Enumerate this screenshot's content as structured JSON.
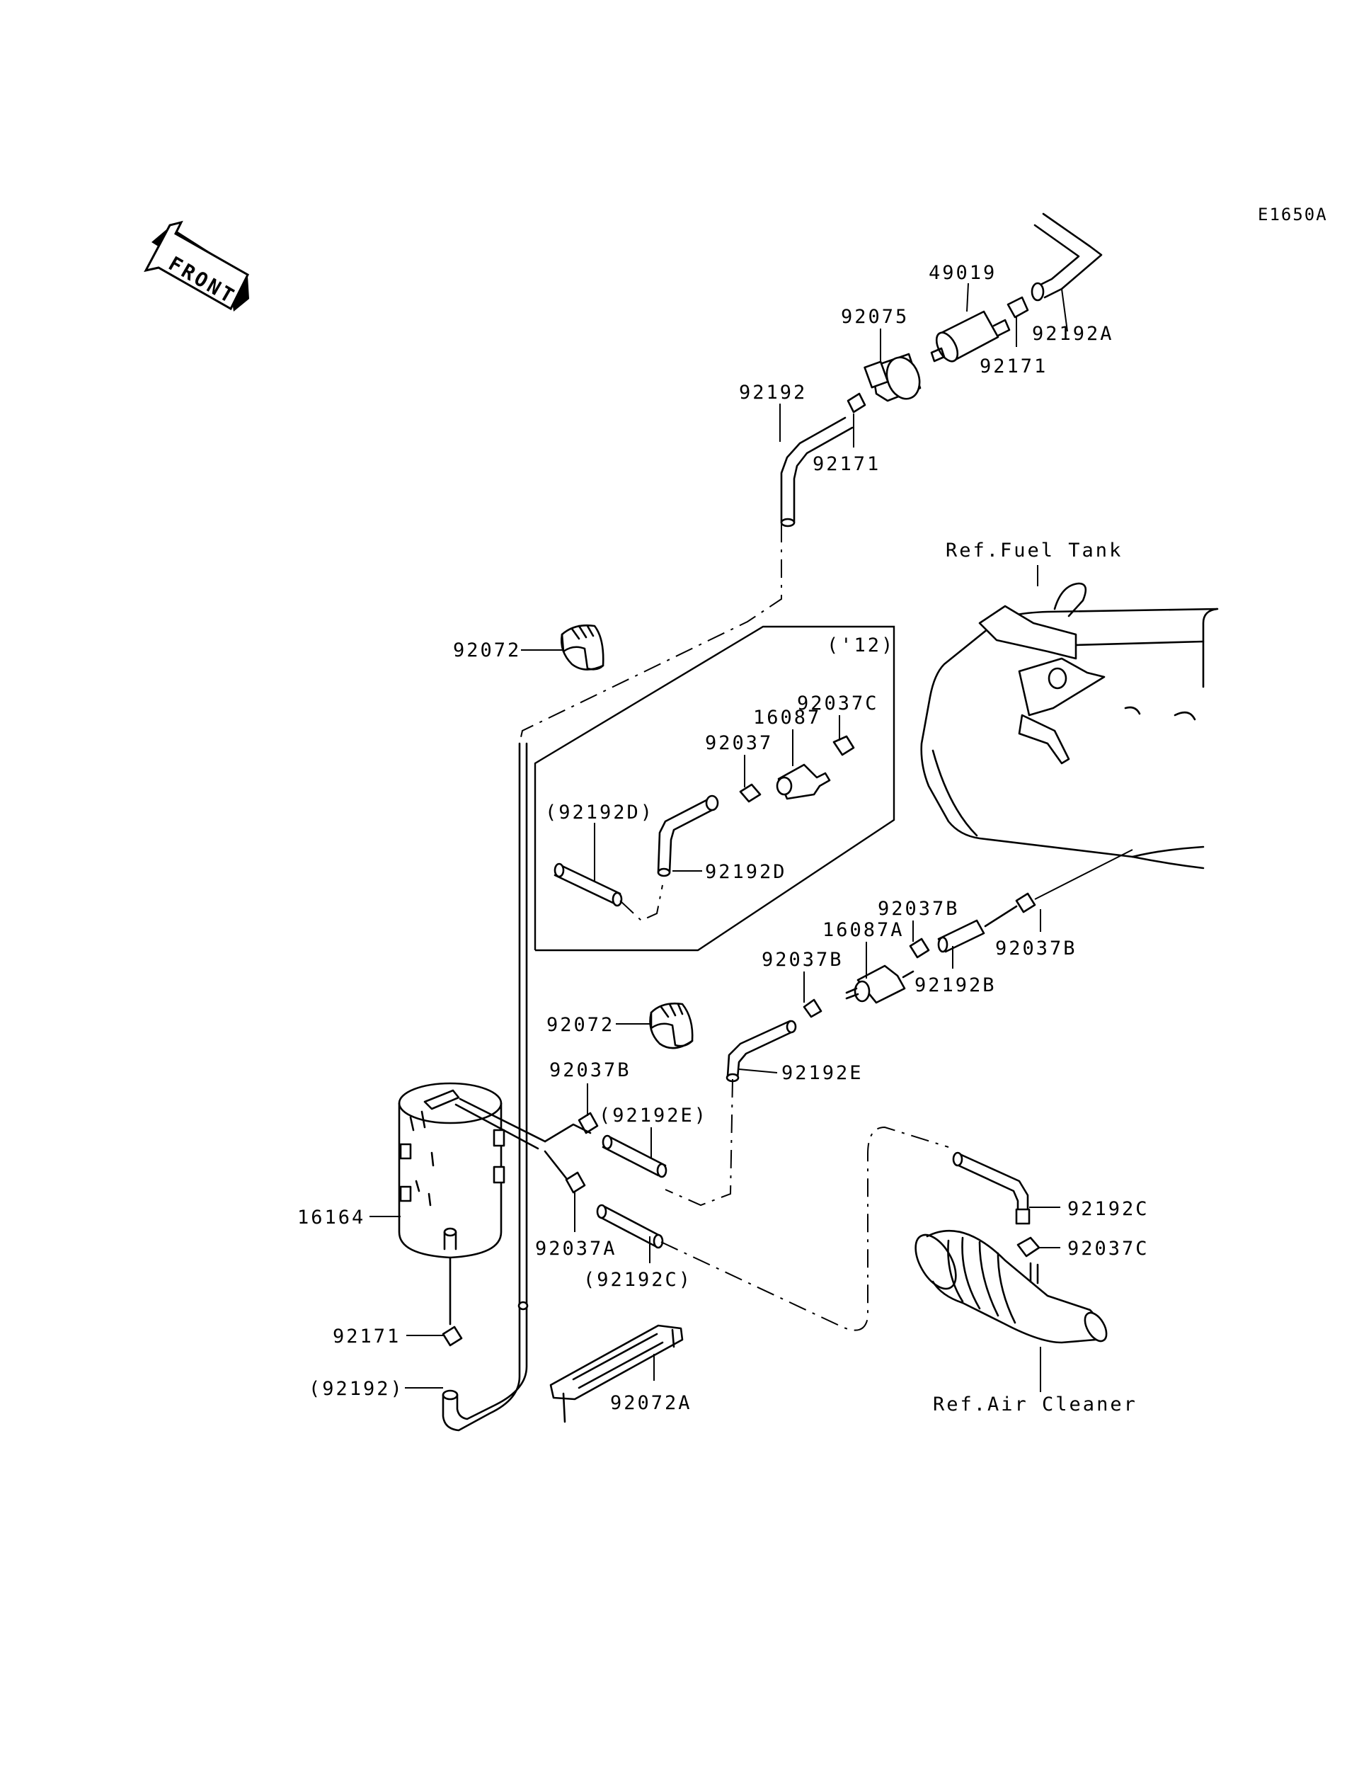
{
  "diagram_code": "E1650A",
  "front_label": "FRONT",
  "variant_label": "('12)",
  "references": {
    "fuel_tank": "Ref.Fuel Tank",
    "air_cleaner": "Ref.Air Cleaner"
  },
  "parts": {
    "p49019": "49019",
    "p92075": "92075",
    "p92192A": "92192A",
    "p92171_top": "92171",
    "p92192": "92192",
    "p92171_mid": "92171",
    "p92072_top": "92072",
    "p92037C_box": "92037C",
    "p16087": "16087",
    "p92037": "92037",
    "p92192D_paren": "(92192D)",
    "p92192D": "92192D",
    "p92037B_right": "92037B",
    "p16087A": "16087A",
    "p92037B_mid": "92037B",
    "p92192B": "92192B",
    "p92037B_far": "92037B",
    "p92072_mid": "92072",
    "p92192E": "92192E",
    "p92037B_left": "92037B",
    "p92192E_paren": "(92192E)",
    "p16164": "16164",
    "p92037A": "92037A",
    "p92192C_paren": "(92192C)",
    "p92192C": "92192C",
    "p92037C": "92037C",
    "p92171_bottom": "92171",
    "p92192_paren": "(92192)",
    "p92072A": "92072A"
  }
}
